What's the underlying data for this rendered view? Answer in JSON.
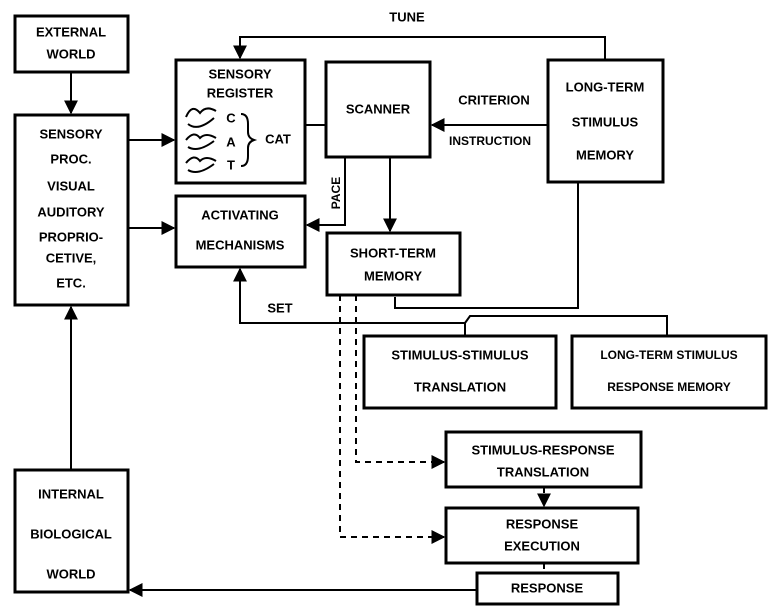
{
  "boxes": {
    "external_world": [
      "EXTERNAL",
      "WORLD"
    ],
    "sensory_processing": [
      "SENSORY",
      "PROC.",
      "VISUAL",
      "AUDITORY",
      "PROPRIO-",
      "CETIVE,",
      "ETC."
    ],
    "internal_world": [
      "INTERNAL",
      "BIOLOGICAL",
      "WORLD"
    ],
    "sensory_register": [
      "SENSORY",
      "REGISTER"
    ],
    "activating_mechanisms": [
      "ACTIVATING",
      "MECHANISMS"
    ],
    "scanner": [
      "SCANNER"
    ],
    "short_term_memory": [
      "SHORT-TERM",
      "MEMORY"
    ],
    "long_term_stimulus_memory": [
      "LONG-TERM",
      "STIMULUS",
      "MEMORY"
    ],
    "stimulus_stimulus_translation": [
      "STIMULUS-STIMULUS",
      "TRANSLATION"
    ],
    "long_term_sr_memory": [
      "LONG-TERM STIMULUS",
      "RESPONSE MEMORY"
    ],
    "stimulus_response_translation": [
      "STIMULUS-RESPONSE",
      "TRANSLATION"
    ],
    "response_execution": [
      "RESPONSE",
      "EXECUTION"
    ],
    "response": [
      "RESPONSE"
    ]
  },
  "register_letters": [
    "C",
    "A",
    "T"
  ],
  "register_word": "CAT",
  "edge_labels": {
    "tune": "TUNE",
    "criterion": "CRITERION",
    "instruction": "INSTRUCTION",
    "pace": "PACE",
    "set": "SET"
  },
  "colors": {
    "ink": "#000000",
    "paper": "#ffffff"
  }
}
